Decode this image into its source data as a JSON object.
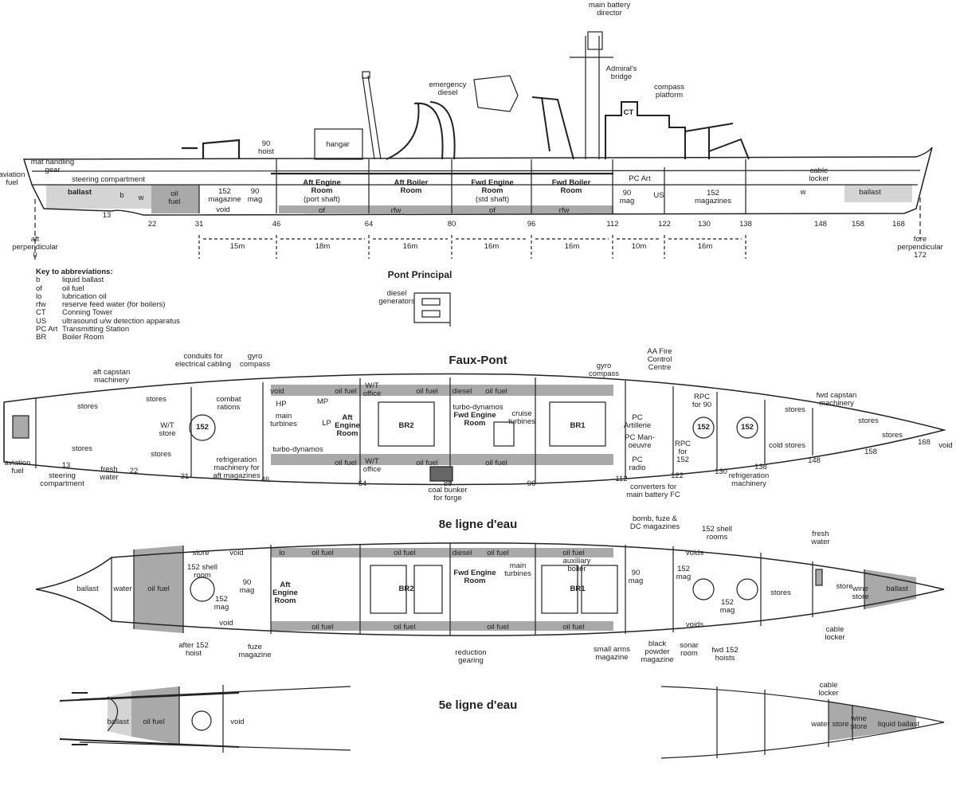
{
  "titles": {
    "pont": "Pont Principal",
    "faux": "Faux-Pont",
    "ligne8": "8e ligne d'eau",
    "ligne5": "5e ligne d'eau"
  },
  "side": {
    "director": "main battery\ndirector",
    "admiral": "Admiral's\nbridge",
    "compass": "compass\nplatform",
    "emergency": "emergency\ndiesel",
    "hangar": "hangar",
    "hoist90": "90\nhoist",
    "mat": "mat handling\ngear",
    "avfuel": "aviation\nfuel",
    "steering": "steering compartment",
    "ballast": "ballast",
    "b": "b",
    "w": "w",
    "oilfuel": "oil\nfuel",
    "mag152": "152\nmagazine",
    "mag90": "90\nmag",
    "void": "void",
    "aer": "Aft Engine\nRoom",
    "aer_sub": "(port shaft)",
    "abr": "Aft Boiler\nRoom",
    "fer": "Fwd Engine\nRoom",
    "fer_sub": "(std shaft)",
    "fbr": "Fwd Boiler\nRoom",
    "ct": "CT",
    "pcart": "PC Art",
    "mag90f": "90\nmag",
    "us": "US",
    "mags152": "152\nmagazines",
    "cable": "cable\nlocker",
    "wf": "w",
    "ballastf": "ballast",
    "of1": "of",
    "rfw1": "rfw",
    "of2": "of",
    "rfw2": "rfw",
    "frames": [
      "13",
      "22",
      "31",
      "46",
      "64",
      "80",
      "96",
      "112",
      "122",
      "130",
      "138",
      "148",
      "158",
      "168"
    ],
    "aft_perp": "aft\nperpendicular\n0",
    "fore_perp": "fore\nperpendicular\n172",
    "dist": [
      "15m",
      "18m",
      "16m",
      "16m",
      "16m",
      "10m",
      "16m"
    ]
  },
  "key": {
    "title": "Key to abbreviations:",
    "rows": [
      [
        "b",
        "liquid ballast"
      ],
      [
        "of",
        "oil fuel"
      ],
      [
        "lo",
        "lubrication oil"
      ],
      [
        "rfw",
        "reserve feed water (for boilers)"
      ],
      [
        "CT",
        "Conning Tower"
      ],
      [
        "US",
        "ultrasound u/w detection apparatus"
      ],
      [
        "PC Art",
        "Transmitting Station"
      ],
      [
        "BR",
        "Boiler Room"
      ]
    ]
  },
  "pont": {
    "diesel": "diesel\ngenerators"
  },
  "faux": {
    "conduits": "conduits for\nelectrical cabling",
    "gyro": "gyro\ncompass",
    "aftcap": "aft capstan\nmachinery",
    "aafire": "AA Fire\nControl\nCentre",
    "gyro2": "gyro\ncompass",
    "fwdcap": "fwd capstan\nmachinery",
    "stores": "stores",
    "wt": "W/T\nstore",
    "combat": "combat\nrations",
    "g152": "152",
    "void": "void",
    "oilfuel": "oil fuel",
    "wtoffice": "W/T\noffice",
    "diesel": "diesel",
    "hp": "HP",
    "mp": "MP",
    "lp": "LP",
    "mainturb": "main\nturbines",
    "aer": "Aft\nEngine\nRoom",
    "turbodyn": "turbo-dynamos",
    "br2": "BR2",
    "turbodyn2": "turbo-dynamos",
    "fer": "Fwd Engine\nRoom",
    "cruise": "cruise\nturbines",
    "br1": "BR1",
    "pcartil": "PC\nArtillerie",
    "pcman": "PC Man-\noeuvre",
    "pcradio": "PC\nradio",
    "rpc90": "RPC\nfor 90",
    "rpc152": "RPC\nfor\n152",
    "coldstores": "cold stores",
    "avfuel": "aviation\nfuel",
    "steering": "steering\ncompartment",
    "fresh": "fresh\nwater",
    "refrig": "refrigeration\nmachinery for\naft magazines",
    "coal": "coal bunker\nfor forge",
    "converters": "converters for\nmain battery FC",
    "refrig2": "refrigeration\nmachinery",
    "voidbow": "void"
  },
  "l8": {
    "bomb": "bomb, fuze &\nDC magazines",
    "shellrooms": "152 shell\nrooms",
    "fresh": "fresh\nwater",
    "ballast": "ballast",
    "water": "water",
    "oilfuel": "oil fuel",
    "store": "store",
    "void": "void",
    "lo": "lo",
    "diesel": "diesel",
    "shell152": "152 shell\nroom",
    "mag152": "152\nmag",
    "mag90": "90\nmag",
    "aer": "Aft\nEngine\nRoom",
    "br2": "BR2",
    "fer": "Fwd Engine\nRoom",
    "mainturb": "main\nturbines",
    "aux": "auxiliary\nboiler",
    "br1": "BR1",
    "voids": "voids",
    "stores": "stores",
    "winestore": "wine\nstore",
    "ballastf": "ballast",
    "after152": "after 152\nhoist",
    "fuze": "fuze\nmagazine",
    "reduction": "reduction\ngearing",
    "smallarms": "small arms\nmagazine",
    "blackpowder": "black\npowder\nmagazine",
    "sonar": "sonar\nroom",
    "fwd152": "fwd 152\nhoists",
    "cable": "cable\nlocker"
  },
  "l5": {
    "ballast": "ballast",
    "oilfuel": "oil fuel",
    "void": "void",
    "cable": "cable\nlocker",
    "water": "water",
    "store": "store",
    "wine": "wine\nstore",
    "liquid": "liquid ballast"
  },
  "colors": {
    "line": "#222222",
    "fill_dark": "#a9a9a9",
    "fill_light": "#d4d4d4"
  }
}
